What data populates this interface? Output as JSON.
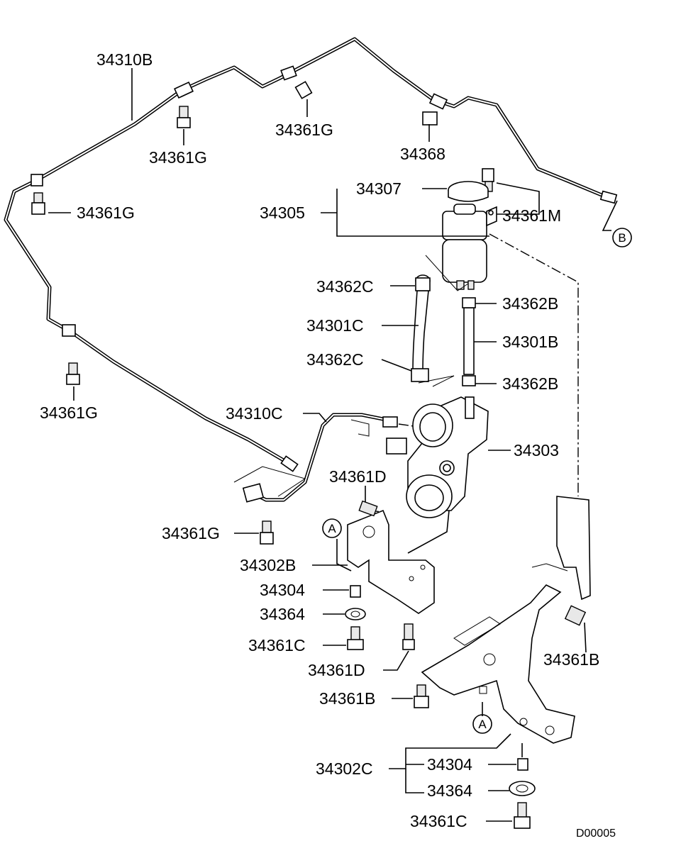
{
  "diagram_code": "D00005",
  "ref_markers": {
    "a": "A",
    "b": "B"
  },
  "labels": {
    "l_34310B": "34310B",
    "l_34361G_1": "34361G",
    "l_34361G_2": "34361G",
    "l_34368": "34368",
    "l_34361G_3": "34361G",
    "l_34307": "34307",
    "l_34361M": "34361M",
    "l_34305": "34305",
    "l_34362C_1": "34362C",
    "l_34362B_1": "34362B",
    "l_34301C": "34301C",
    "l_34301B": "34301B",
    "l_34362C_2": "34362C",
    "l_34362B_2": "34362B",
    "l_34361G_4": "34361G",
    "l_34310C": "34310C",
    "l_34303": "34303",
    "l_34361D_1": "34361D",
    "l_34361G_5": "34361G",
    "l_34302B": "34302B",
    "l_34304_1": "34304",
    "l_34364_1": "34364",
    "l_34361C_1": "34361C",
    "l_34361D_2": "34361D",
    "l_34361B_1": "34361B",
    "l_34361B_2": "34361B",
    "l_34302C": "34302C",
    "l_34304_2": "34304",
    "l_34364_2": "34364",
    "l_34361C_2": "34361C"
  }
}
